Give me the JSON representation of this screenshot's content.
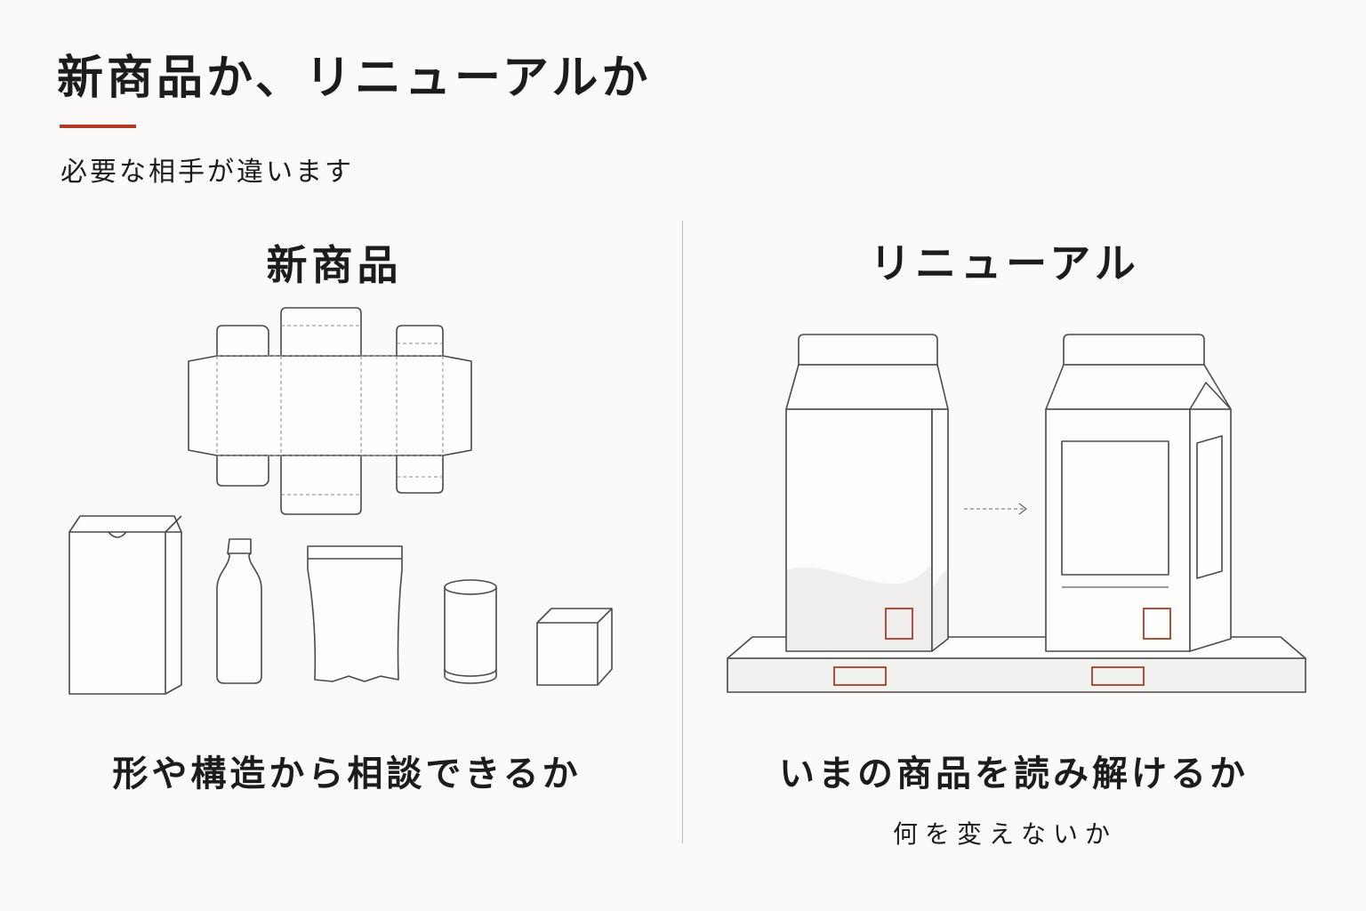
{
  "header": {
    "title": "新商品か、リニューアルか",
    "subtitle": "必要な相手が違います",
    "accent_color": "#b13a24"
  },
  "left_panel": {
    "heading": "新商品",
    "caption": "形や構造から相談できるか",
    "illustrations": [
      "box-dieline-icon",
      "carton-box-icon",
      "bottle-icon",
      "stand-up-pouch-icon",
      "can-icon",
      "cube-box-icon"
    ]
  },
  "right_panel": {
    "heading": "リニューアル",
    "caption": "いまの商品を読み解けるか",
    "sub_caption": "何を変えないか",
    "illustrations": [
      "current-carton-icon",
      "arrow-right-icon",
      "renewed-carton-icon",
      "shelf-icon"
    ]
  }
}
